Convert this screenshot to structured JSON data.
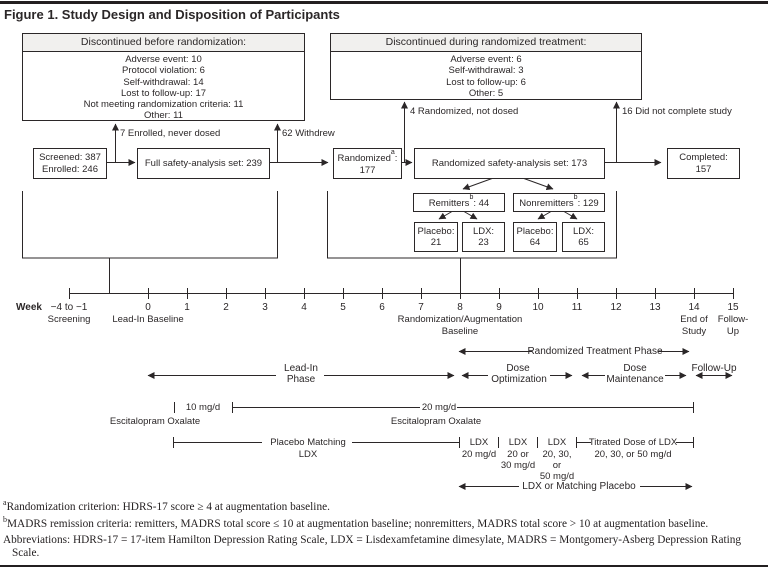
{
  "title": "Figure 1. Study Design and Disposition of Participants",
  "discontinued_before": {
    "header": "Discontinued before randomization:",
    "lines": [
      "Adverse event: 10",
      "Protocol violation: 6",
      "Self-withdrawal: 14",
      "Lost to follow-up: 17",
      "Not meeting randomization criteria: 11",
      "Other: 11"
    ]
  },
  "discontinued_during": {
    "header": "Discontinued during randomized treatment:",
    "lines": [
      "Adverse event: 6",
      "Self-withdrawal: 3",
      "Lost to follow-up: 6",
      "Other: 5"
    ]
  },
  "dropouts": {
    "enrolled_never_dosed": "7 Enrolled, never dosed",
    "withdrew": "62 Withdrew",
    "randomized_not_dosed": "4 Randomized, not dosed",
    "did_not_complete": "16 Did not complete study"
  },
  "flow": {
    "screened_l1": "Screened: 387",
    "screened_l2": "Enrolled: 246",
    "full_safety": "Full safety-analysis set: 239",
    "randomized_text": "Randomized",
    "randomized_sup": "a",
    "randomized_colon": ":",
    "randomized_n": "177",
    "randomized_safety": "Randomized safety-analysis set: 173",
    "completed_l1": "Completed:",
    "completed_l2": "157",
    "remitters_text": "Remitters",
    "remitters_sup": "b",
    "remitters_n": ": 44",
    "nonremitters_text": "Nonremitters",
    "nonremitters_sup": "b",
    "nonremitters_n": ": 129",
    "rem_placebo_l1": "Placebo:",
    "rem_placebo_l2": "21",
    "rem_ldx_l1": "LDX:",
    "rem_ldx_l2": "23",
    "nonrem_placebo_l1": "Placebo:",
    "nonrem_placebo_l2": "64",
    "nonrem_ldx_l1": "LDX:",
    "nonrem_ldx_l2": "65"
  },
  "timeline": {
    "axis_label": "Week",
    "ticks": [
      "−4 to −1",
      "0",
      "1",
      "2",
      "3",
      "4",
      "5",
      "6",
      "7",
      "8",
      "9",
      "10",
      "11",
      "12",
      "13",
      "14",
      "15"
    ],
    "subs": {
      "screening": "Screening",
      "leadin": "Lead-In Baseline",
      "rand_l1": "Randomization/Augmentation",
      "rand_l2": "Baseline",
      "end_l1": "End of",
      "end_l2": "Study",
      "fu_l1": "Follow-",
      "fu_l2": "Up"
    }
  },
  "phases": {
    "rtp": "Randomized Treatment Phase",
    "leadin_l1": "Lead-In",
    "leadin_l2": "Phase",
    "opt_l1": "Dose",
    "opt_l2": "Optimization",
    "maint_l1": "Dose",
    "maint_l2": "Maintenance",
    "fu": "Follow-Up"
  },
  "medication": {
    "esc10": "10 mg/d",
    "esc20": "20 mg/d",
    "esc_left": "Escitalopram Oxalate",
    "esc_right": "Escitalopram Oxalate",
    "pm_l1": "Placebo Matching",
    "pm_l2": "LDX",
    "s1_l1": "LDX",
    "s1_l2": "20 mg/d",
    "s2_l1": "LDX",
    "s2_l2": "20 or",
    "s2_l3": "30 mg/d",
    "s3_l1": "LDX",
    "s3_l2": "20, 30,",
    "s3_l3": "or",
    "s3_l4": "50 mg/d",
    "tit_l1": "Titrated Dose of LDX",
    "tit_l2": "20, 30, or 50 mg/d",
    "ldx_placebo": "LDX or Matching Placebo"
  },
  "footnotes": [
    {
      "sup": "a",
      "text": "Randomization criterion: HDRS-17 score ≥ 4 at augmentation baseline."
    },
    {
      "sup": "b",
      "text": "MADRS remission criteria: remitters, MADRS total score ≤ 10 at augmentation baseline; nonremitters, MADRS total score > 10 at augmentation baseline."
    },
    {
      "sup": "",
      "text": "Abbreviations: HDRS-17 = 17-item Hamilton Depression Rating Scale, LDX = Lisdexamfetamine dimesylate, MADRS = Montgomery-Asberg Depression Rating Scale."
    }
  ],
  "colors": {
    "ink": "#2b2728",
    "header_fill": "#f1f0ee",
    "background": "#ffffff"
  }
}
